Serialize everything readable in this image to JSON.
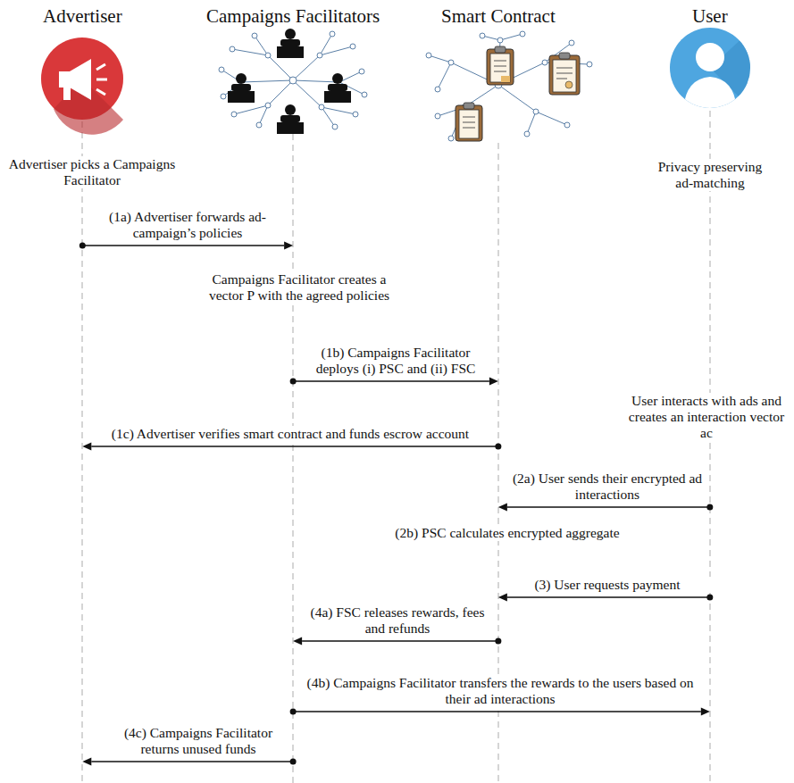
{
  "diagram": {
    "nodes": [
      {
        "text": [
          "Advertiser"
        ]
      },
      {
        "text": [
          "Campaigns Facilitators"
        ]
      },
      {
        "text": [
          "Smart Contract"
        ]
      },
      {
        "text": [
          "User"
        ]
      }
    ],
    "edges": [
      {
        "from": 0,
        "to": 1,
        "arrow": "to",
        "label": "(1a) Advertiser forwards ad-campaign’s policies"
      },
      {
        "from": 1,
        "to": 2,
        "arrow": "to",
        "label": "(1b) Campaigns Facilitator deploys (i) PSC and (ii) FSC"
      },
      {
        "from": 2,
        "to": 0,
        "arrow": "to",
        "label": "(1c) Advertiser verifies smart contract and funds escrow account"
      },
      {
        "from": 3,
        "to": 2,
        "arrow": "to",
        "label": "(2a) User sends their encrypted ad interactions"
      },
      {
        "from": 3,
        "to": 2,
        "arrow": "to",
        "label": "(3) User requests payment"
      },
      {
        "from": 2,
        "to": 1,
        "arrow": "to",
        "label": "(4a) FSC releases rewards, fees and refunds"
      },
      {
        "from": 1,
        "to": 3,
        "arrow": "to",
        "label": "(4b) Campaigns Facilitator transfers the rewards to the users based on their ad interactions"
      },
      {
        "from": 1,
        "to": 0,
        "arrow": "to",
        "label": "(4c) Campaigns Facilitator returns unused funds"
      }
    ],
    "labels": [
      "Advertiser picks a Campaigns Facilitator",
      "Privacy preserving ad-matching",
      "Campaigns Facilitator creates a vector P with the agreed policies",
      "User interacts with ads and creates an interaction vector ac",
      "(2b) PSC calculates encrypted aggregate"
    ]
  }
}
